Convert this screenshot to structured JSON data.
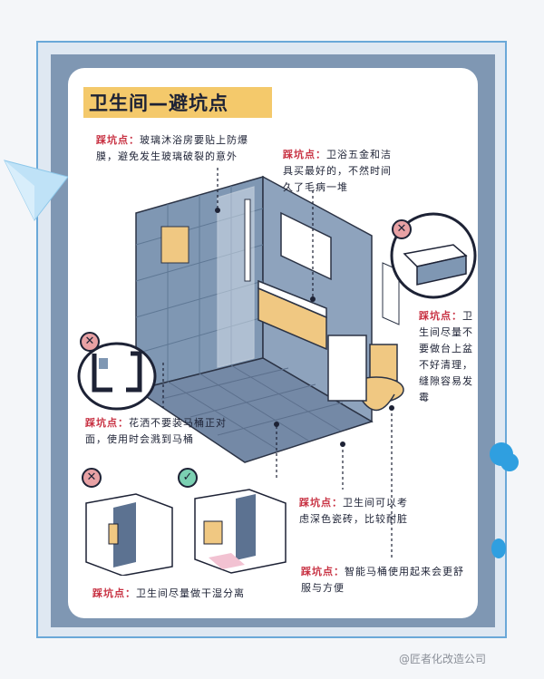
{
  "title": "卫生间—避坑点",
  "tag_label": "踩坑点：",
  "notes": {
    "glass_shower": "玻璃沐浴房要贴上防爆膜，避免发生玻璃破裂的意外",
    "hardware": "卫浴五金和洁具买最好的，不然时间久了毛病一堆",
    "basin": "卫生间尽量不要做台上盆不好清理，缝隙容易发霉",
    "shower_toilet": "花洒不要装马桶正对面，使用时会溅到马桶",
    "dark_tiles": "卫生间可以考虑深色瓷砖，比较耐脏",
    "smart_toilet": "智能马桶使用起来会更舒服与方便",
    "dry_wet": "卫生间尽量做干湿分离"
  },
  "badges": {
    "bad": "✕",
    "good": "✓"
  },
  "watermark": "@匠者化改造公司",
  "colors": {
    "accent": "#c83243",
    "title_bg": "#f4c96b",
    "tile": "#7f97b3",
    "wood": "#f0c882"
  }
}
